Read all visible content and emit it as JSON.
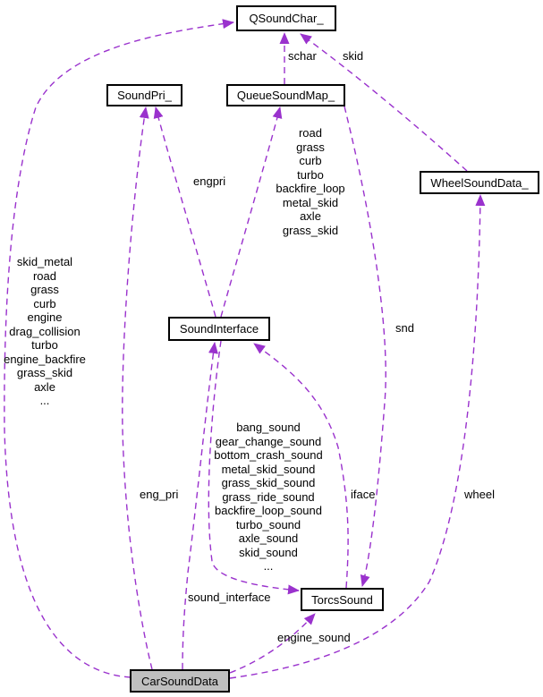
{
  "colors": {
    "edge": "#9a32cd",
    "node_fill": "#ffffff",
    "highlight_fill": "#bfbfbf",
    "border": "#000000"
  },
  "nodes": {
    "qsoundchar": {
      "label": "QSoundChar_"
    },
    "soundpri": {
      "label": "SoundPri_"
    },
    "queuesoundmap": {
      "label": "QueueSoundMap_"
    },
    "wheelsounddata": {
      "label": "WheelSoundData_"
    },
    "soundinterface": {
      "label": "SoundInterface"
    },
    "torcssound": {
      "label": "TorcsSound"
    },
    "carsounddata": {
      "label": "CarSoundData"
    }
  },
  "edge_labels": {
    "schar": "schar",
    "skid": "skid",
    "engpri": "engpri",
    "snd": "snd",
    "iface": "iface",
    "wheel": "wheel",
    "eng_pri": "eng_pri",
    "sound_interface": "sound_interface",
    "engine_sound": "engine_sound",
    "carsounddata_to_qsoundchar": [
      "skid_metal",
      "road",
      "grass",
      "curb",
      "engine",
      "drag_collision",
      "turbo",
      "engine_backfire",
      "grass_skid",
      "axle",
      "..."
    ],
    "soundinterface_to_queuesoundmap": [
      "road",
      "grass",
      "curb",
      "turbo",
      "backfire_loop",
      "metal_skid",
      "axle",
      "grass_skid"
    ],
    "soundinterface_to_torcssound": [
      "bang_sound",
      "gear_change_sound",
      "bottom_crash_sound",
      "metal_skid_sound",
      "grass_skid_sound",
      "grass_ride_sound",
      "backfire_loop_sound",
      "turbo_sound",
      "axle_sound",
      "skid_sound",
      "..."
    ]
  }
}
